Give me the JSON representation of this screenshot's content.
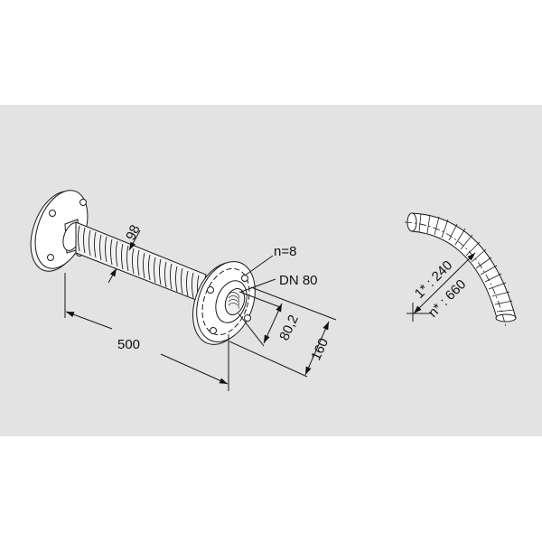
{
  "drawing": {
    "background_color": "#e3e3e3",
    "line_color": "#1a1a1a",
    "straight_pipe": {
      "description": "flexible corrugated pipe with two flanges",
      "labels": {
        "corrugation_outer_diameter": "98",
        "bolt_count": "n=8",
        "nominal_diameter": "DN 80",
        "inner_diameter": "80,2",
        "flange_diameter": "160",
        "length": "500"
      }
    },
    "bent_pipe": {
      "description": "corrugated pipe bend radius",
      "labels": {
        "single_bend_radius": "1* : 240",
        "repeated_bend_radius": "n* : 660"
      }
    }
  }
}
